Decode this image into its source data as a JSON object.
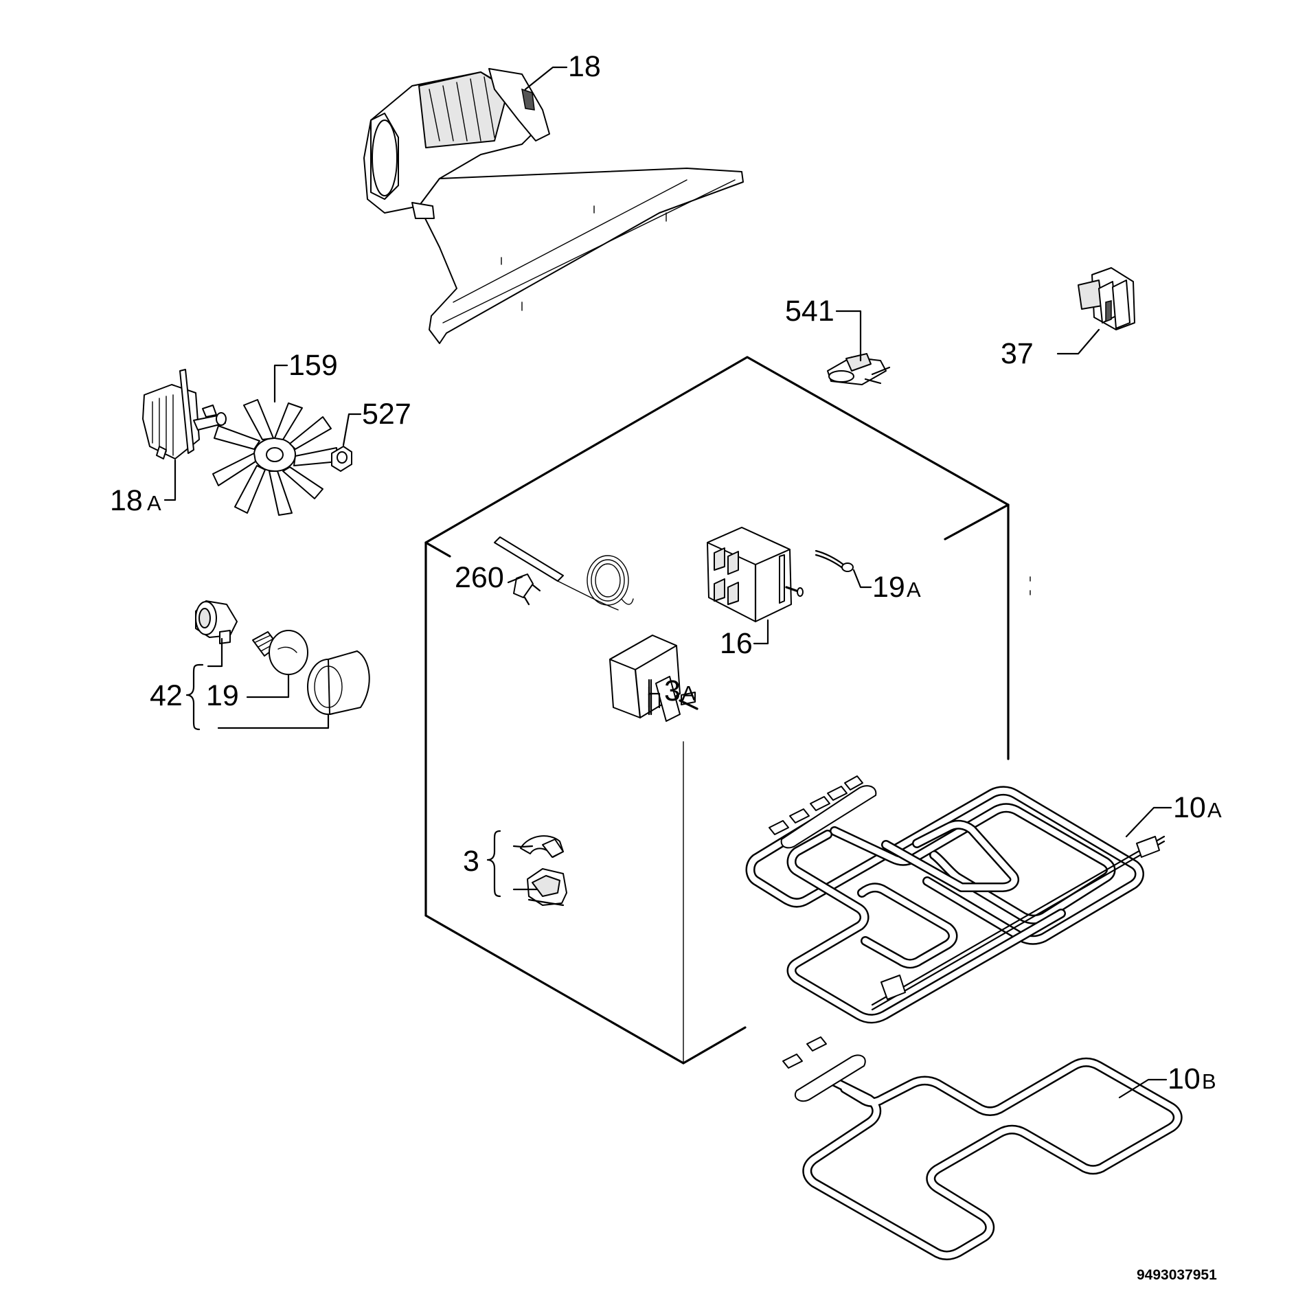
{
  "diagram": {
    "document_number": "9493037951",
    "labels": {
      "l18": "18",
      "l18a_num": "18",
      "l18a_suf": "A",
      "l159": "159",
      "l527": "527",
      "l541": "541",
      "l37": "37",
      "l260": "260",
      "l16": "16",
      "l19a_num": "19",
      "l19a_suf": "A",
      "l3a_num": "3",
      "l3a_suf": "A",
      "l42": "42",
      "l19": "19",
      "l3": "3",
      "l10a_num": "10",
      "l10a_suf": "A",
      "l10b_num": "10",
      "l10b_suf": "B"
    }
  }
}
